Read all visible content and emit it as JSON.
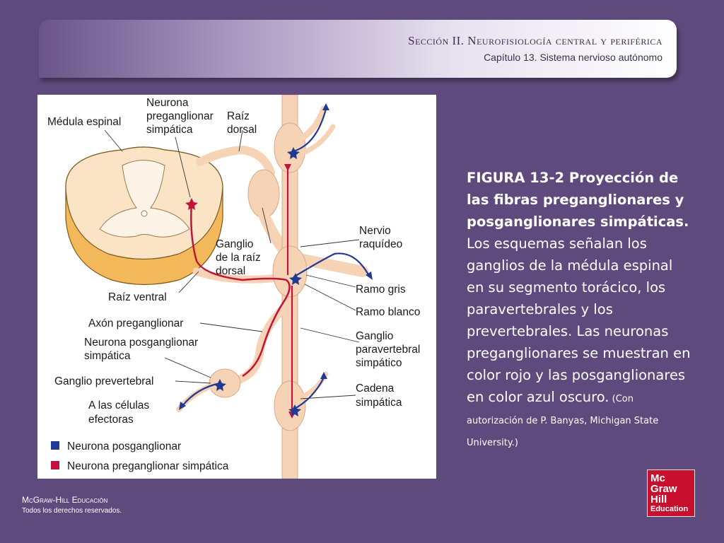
{
  "header": {
    "section": "Sección II.   Neurofisiología central y periférica",
    "chapter": "Capítulo 13. Sistema nervioso autónomo"
  },
  "figure": {
    "labels": {
      "neurona_preganglionar_1": "Neurona",
      "neurona_preganglionar_2": "preganglionar",
      "neurona_preganglionar_3": "simpática",
      "raiz_dorsal_1": "Raíz",
      "raiz_dorsal_2": "dorsal",
      "medula_espinal": "Médula espinal",
      "nervio_raquideo_1": "Nervio",
      "nervio_raquideo_2": "raquídeo",
      "ganglio_raiz_1": "Ganglio",
      "ganglio_raiz_2": "de la raíz",
      "ganglio_raiz_3": "dorsal",
      "ramo_gris": "Ramo gris",
      "raiz_ventral": "Raíz ventral",
      "ramo_blanco": "Ramo blanco",
      "axon_preganglionar": "Axón preganglionar",
      "ganglio_paravertebral_1": "Ganglio",
      "ganglio_paravertebral_2": "paravertebral",
      "ganglio_paravertebral_3": "simpático",
      "neurona_posganglionar_1": "Neurona posganglionar",
      "neurona_posganglionar_2": "simpática",
      "ganglio_prevertebral": "Ganglio prevertebral",
      "cadena_simpatica_1": "Cadena",
      "cadena_simpatica_2": "simpática",
      "celulas_efectoras_1": "A las células",
      "celulas_efectoras_2": "efectoras"
    },
    "legend": [
      {
        "label": "Neurona posganglionar",
        "color": "#1f3a93"
      },
      {
        "label": "Neurona preganglionar simpática",
        "color": "#c0143c"
      }
    ]
  },
  "caption": {
    "title": "FIGURA 13-2 Proyección de las fibras preganglionares y posganglionares simpáticas.",
    "body": " Los esquemas señalan los ganglios de la médula espinal en su segmento torácico, los paravertebrales y los prevertebrales. Las neuronas preganglionares se muestran en color rojo y las posganglionares en color azul oscuro.",
    "credit": " (Con autorización de P. Banyas, Michigan State University.)"
  },
  "footer": {
    "publisher": "McGraw-Hill Educación",
    "rights": "Todos los derechos reservados."
  },
  "logo": {
    "line1": "Mc",
    "line2": "Graw",
    "line3": "Hill",
    "line4": "Education"
  },
  "colors": {
    "background": "#5f4a7d",
    "preganglionic": "#c0143c",
    "postganglionic": "#1f3a93",
    "nerve_tissue": "#f7d3b5",
    "logo_red": "#c8102e"
  }
}
